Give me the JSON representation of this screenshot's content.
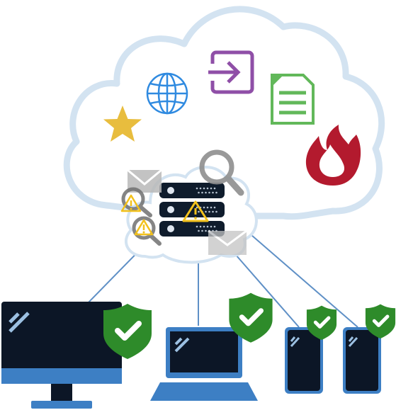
{
  "diagram": {
    "cloud_services": [
      {
        "name": "favorites",
        "icon": "star-icon",
        "color": "#e8bd3e"
      },
      {
        "name": "web",
        "icon": "globe-icon",
        "color": "#2f8ae0"
      },
      {
        "name": "login",
        "icon": "sign-in-icon",
        "color": "#8f4fa7"
      },
      {
        "name": "document",
        "icon": "document-icon",
        "color": "#62b85a"
      },
      {
        "name": "firewall",
        "icon": "fire-icon",
        "color": "#b31a2e"
      }
    ],
    "threats": [
      "mail-icon",
      "magnifier-icon",
      "warning-icon"
    ],
    "server": {
      "icon": "server-rack-icon",
      "units": 3,
      "color": "#0f1c2c"
    },
    "devices": [
      {
        "type": "desktop",
        "icon": "desktop-icon",
        "status": "protected",
        "badge": "shield-check-icon"
      },
      {
        "type": "laptop",
        "icon": "laptop-icon",
        "status": "protected",
        "badge": "shield-check-icon"
      },
      {
        "type": "phone",
        "icon": "phone-icon",
        "status": "protected",
        "badge": "shield-check-icon"
      },
      {
        "type": "phone",
        "icon": "phone-icon",
        "status": "protected",
        "badge": "shield-check-icon"
      }
    ],
    "colors": {
      "cloud_outline": "#d3e3f1",
      "device_frame": "#3d7fc4",
      "device_screen": "#0c1626",
      "shield": "#2e8b2a",
      "connector": "#5f90c6",
      "warning": "#f2c11c"
    }
  }
}
